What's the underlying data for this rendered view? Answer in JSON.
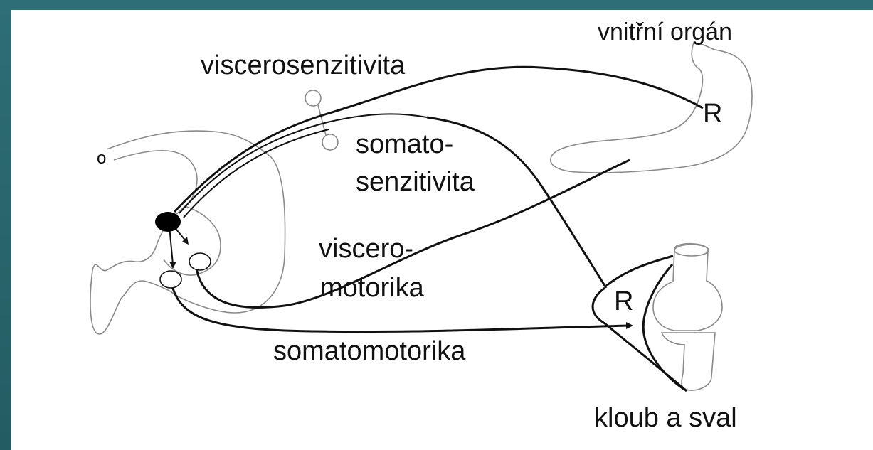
{
  "labels": {
    "vnitrni_organ": "vnitřní orgán",
    "viscerosenzitivita": "viscerosenzitivita",
    "somato": "somato-",
    "senzitivita": "senzitivita",
    "viscero": "viscero-",
    "motorika": "motorika",
    "somatomotorika": "somatomotorika",
    "kloub_a_sval": "kloub a sval",
    "receptor_organ": "R",
    "receptor_joint": "R",
    "small_o": "o"
  },
  "colors": {
    "background": "#2a6a72",
    "panel": "#ffffff",
    "ink": "#111111",
    "outline": "#8a8a8a"
  }
}
